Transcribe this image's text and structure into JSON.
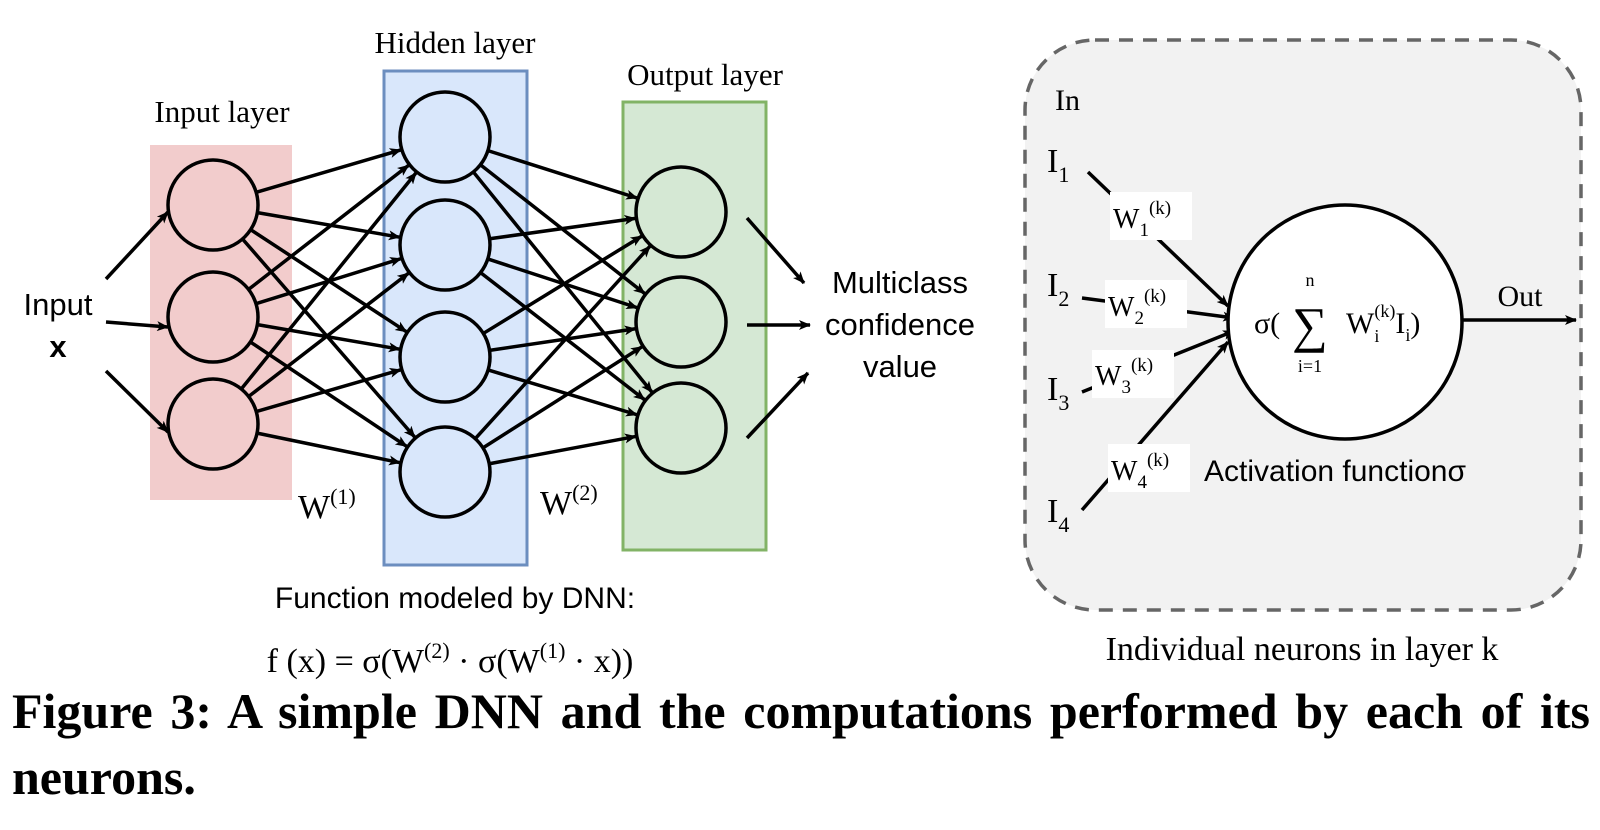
{
  "network": {
    "input_label": "Input",
    "input_symbol": "x",
    "input_layer_title": "Input layer",
    "hidden_layer_title": "Hidden layer",
    "output_layer_title": "Output layer",
    "output_label_lines": [
      "Multiclass",
      "confidence",
      "value"
    ],
    "weight1": {
      "base": "W",
      "sup": "(1)"
    },
    "weight2": {
      "base": "W",
      "sup": "(2)"
    },
    "layer_sizes": {
      "input": 3,
      "hidden": 4,
      "output": 3
    },
    "function_title": "Function modeled by DNN:",
    "function_formula": {
      "t1": "f (x) = σ(W",
      "s1": "(2)",
      "t2": " · σ(W",
      "s2": "(1)",
      "t3": " · x))"
    },
    "colors": {
      "input_fill": "#f2cccc",
      "hidden_fill": "#d9e7fb",
      "hidden_stroke": "#6c8ebf",
      "output_fill": "#d5e8d4",
      "output_stroke": "#82b366"
    }
  },
  "neuron": {
    "in_label": "In",
    "out_label": "Out",
    "inputs": [
      {
        "base": "I",
        "sub": "1"
      },
      {
        "base": "I",
        "sub": "2"
      },
      {
        "base": "I",
        "sub": "3"
      },
      {
        "base": "I",
        "sub": "4"
      }
    ],
    "weights": [
      {
        "base": "W",
        "sub": "1",
        "sup": "(k)"
      },
      {
        "base": "W",
        "sub": "2",
        "sup": "(k)"
      },
      {
        "base": "W",
        "sub": "3",
        "sup": "(k)"
      },
      {
        "base": "W",
        "sub": "4",
        "sup": "(k)"
      }
    ],
    "sum_formula": {
      "open": "σ(",
      "sigma": "∑",
      "upper": "n",
      "lower": "i=1",
      "w": "W",
      "w_sub": "i",
      "w_sup": "(k)",
      "i": "I",
      "i_sub": "i",
      "close": ")"
    },
    "activation_label": "Activation functionσ",
    "panel_caption": "Individual neurons in layer k",
    "colors": {
      "panel_fill": "#f2f2f2",
      "panel_stroke": "#666666"
    }
  },
  "caption": "Figure 3: A simple DNN and the computations performed by each of its neurons."
}
